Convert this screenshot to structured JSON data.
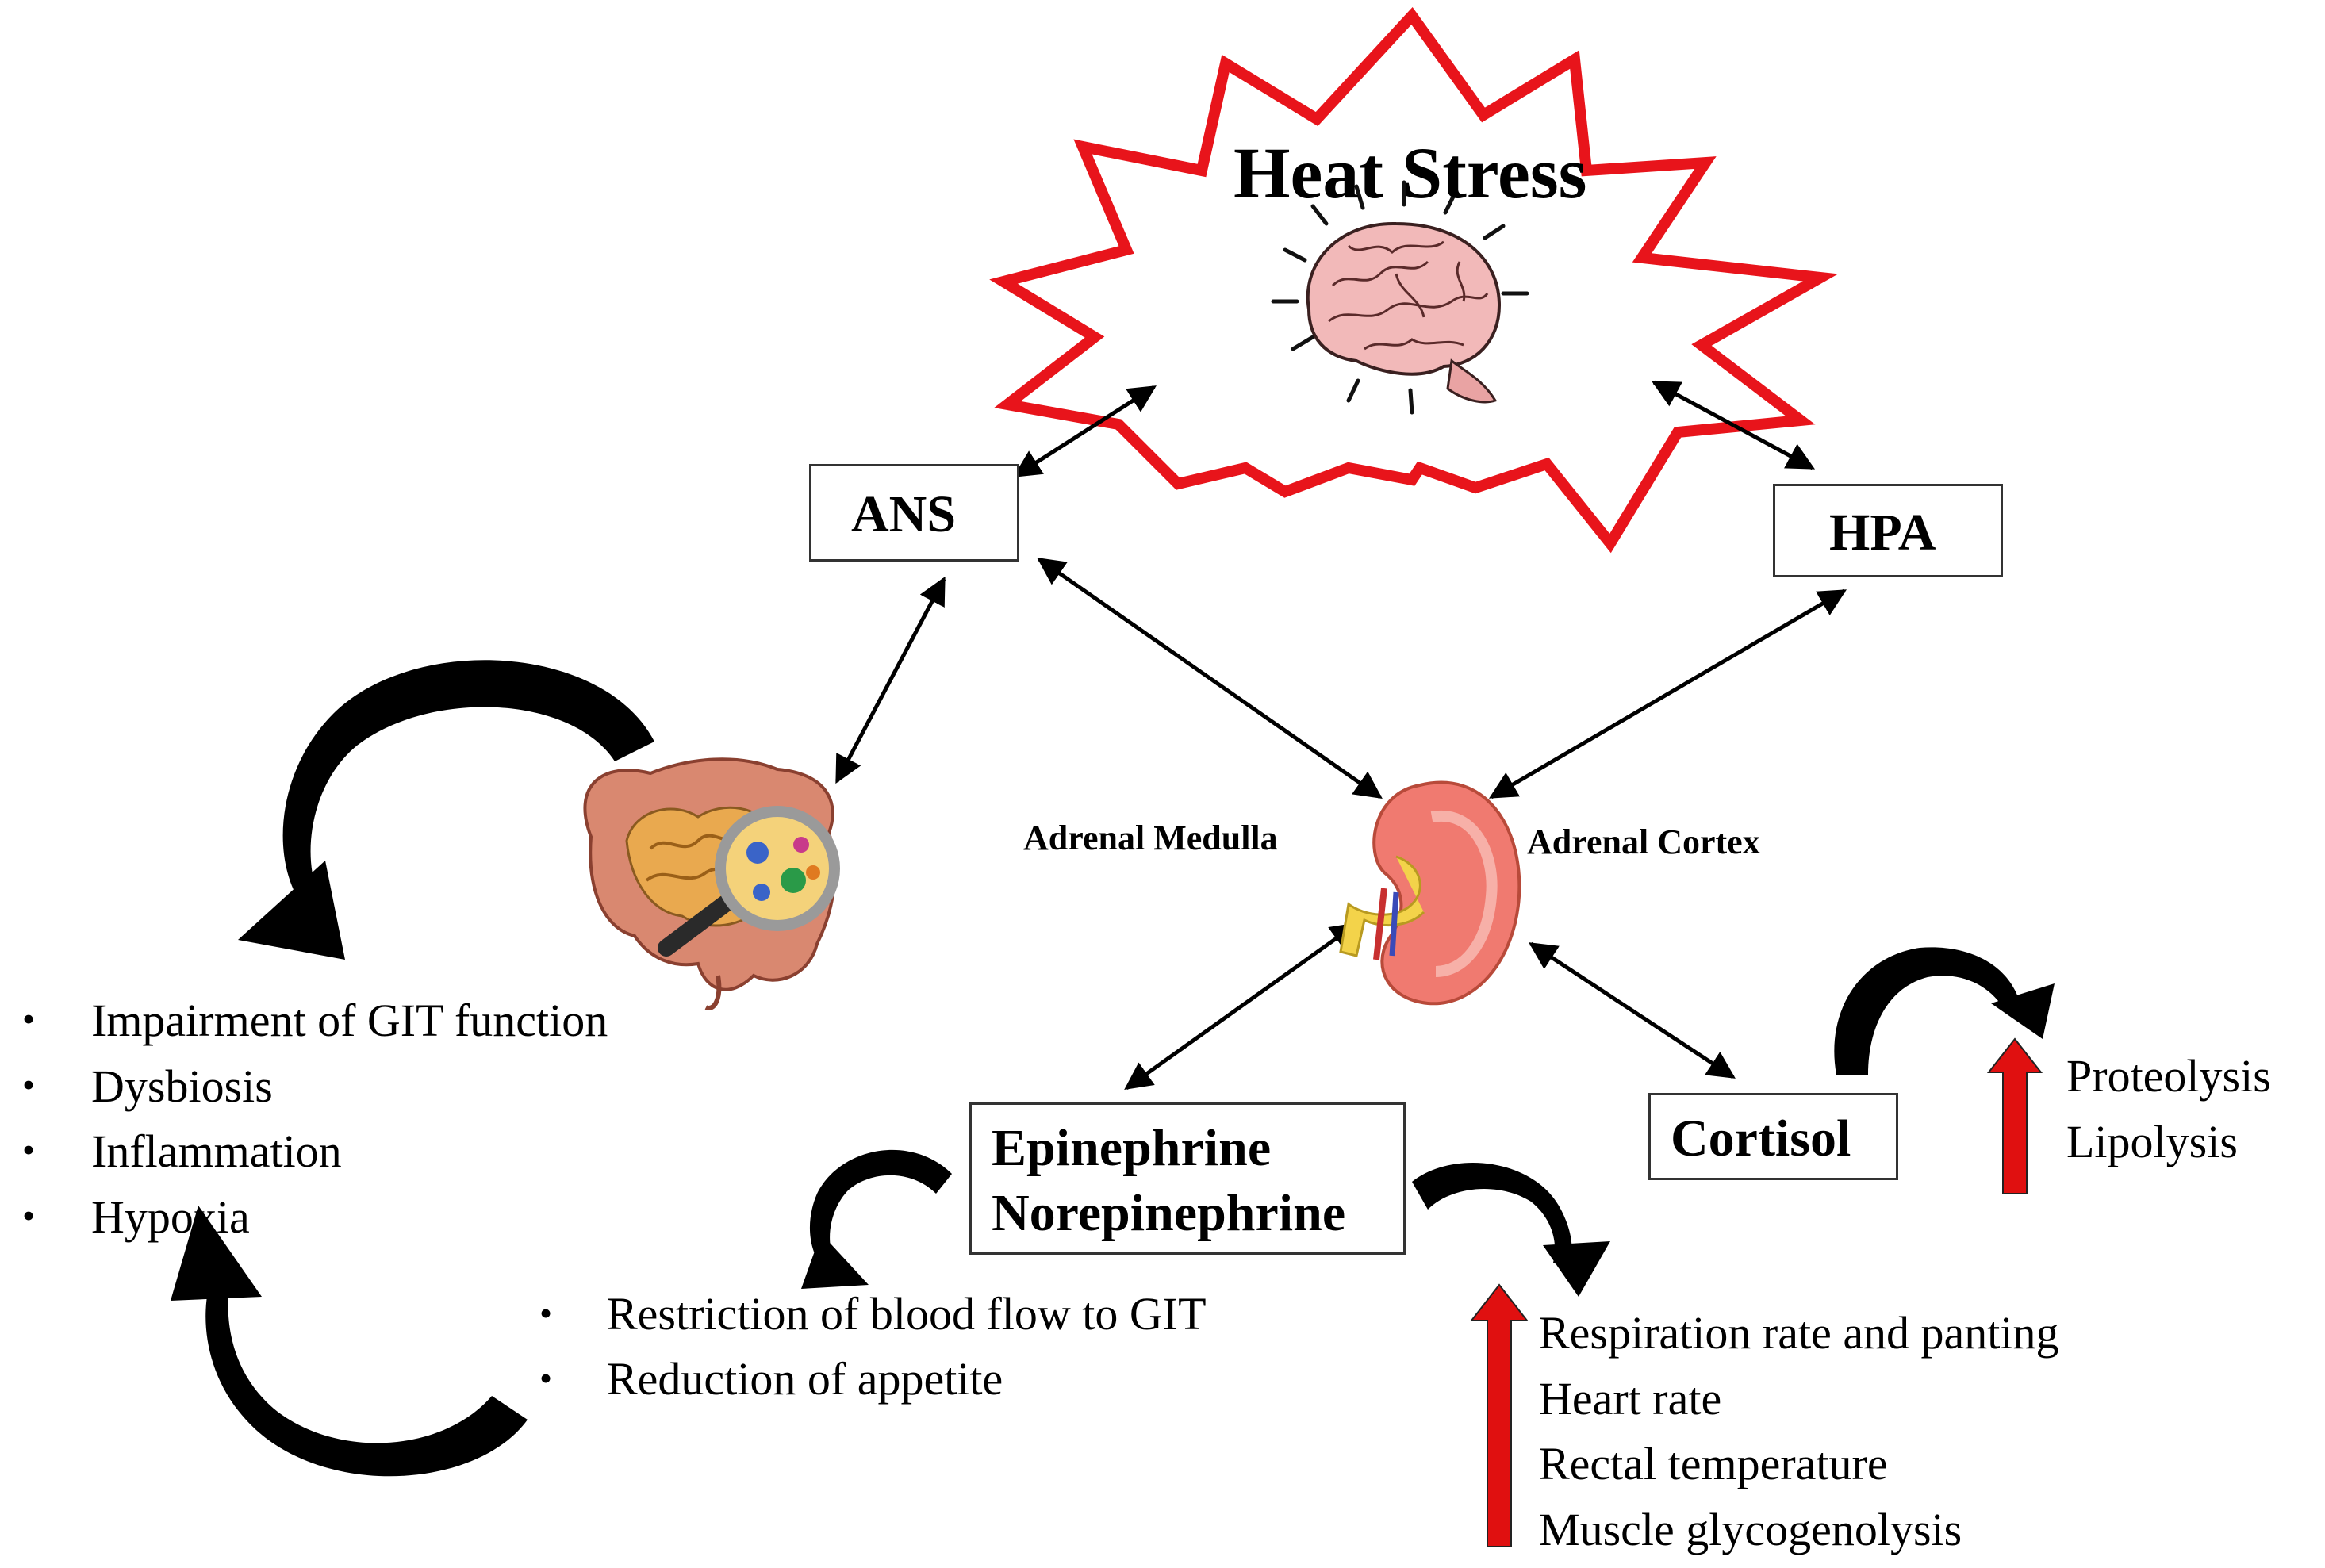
{
  "title": "Heat Stress",
  "nodes": {
    "ans": "ANS",
    "hpa": "HPA",
    "adrenal_medulla": "Adrenal Medulla",
    "adrenal_cortex": "Adrenal Cortex",
    "epinephrine": "Epinephrine",
    "norepinephrine": "Norepinephrine",
    "cortisol": "Cortisol"
  },
  "git_effects": [
    "Impairment of GIT function",
    "Dysbiosis",
    "Inflammation",
    "Hypoxia"
  ],
  "catecholamine_effects": [
    "Restriction of blood flow to GIT",
    "Reduction of appetite"
  ],
  "increased_physiology": [
    "Respiration rate and panting",
    "Heart rate",
    "Rectal temperature",
    "Muscle glycogenolysis"
  ],
  "cortisol_effects": [
    "Proteolysis",
    "Lipolysis"
  ],
  "colors": {
    "star_outline": "#e8141b",
    "up_arrow": "#e01010",
    "brain": "#f2b9b9",
    "kidney": "#f07a70",
    "intestine": "#d98870"
  },
  "icons": [
    "brain-icon",
    "intestine-icon",
    "magnifier-icon",
    "kidney-icon",
    "up-arrow-icon",
    "curved-arrow-icon"
  ]
}
